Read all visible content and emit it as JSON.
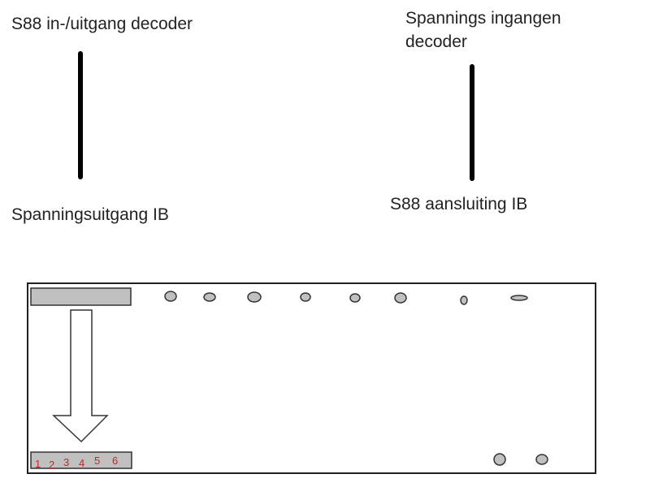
{
  "labels": {
    "top_left": "S88 in-/uitgang decoder",
    "top_right_line1": "Spannings ingangen",
    "top_right_line2": "decoder",
    "bottom_left": "Spanningsuitgang IB",
    "bottom_right": "S88 aansluiting IB"
  },
  "connector_pins": [
    "1",
    "2",
    "3",
    "4",
    "5",
    "6"
  ],
  "colors": {
    "board_border": "#222222",
    "component_fill": "#c0c0c0",
    "pin_label": "#cc2222",
    "line": "#000000"
  }
}
